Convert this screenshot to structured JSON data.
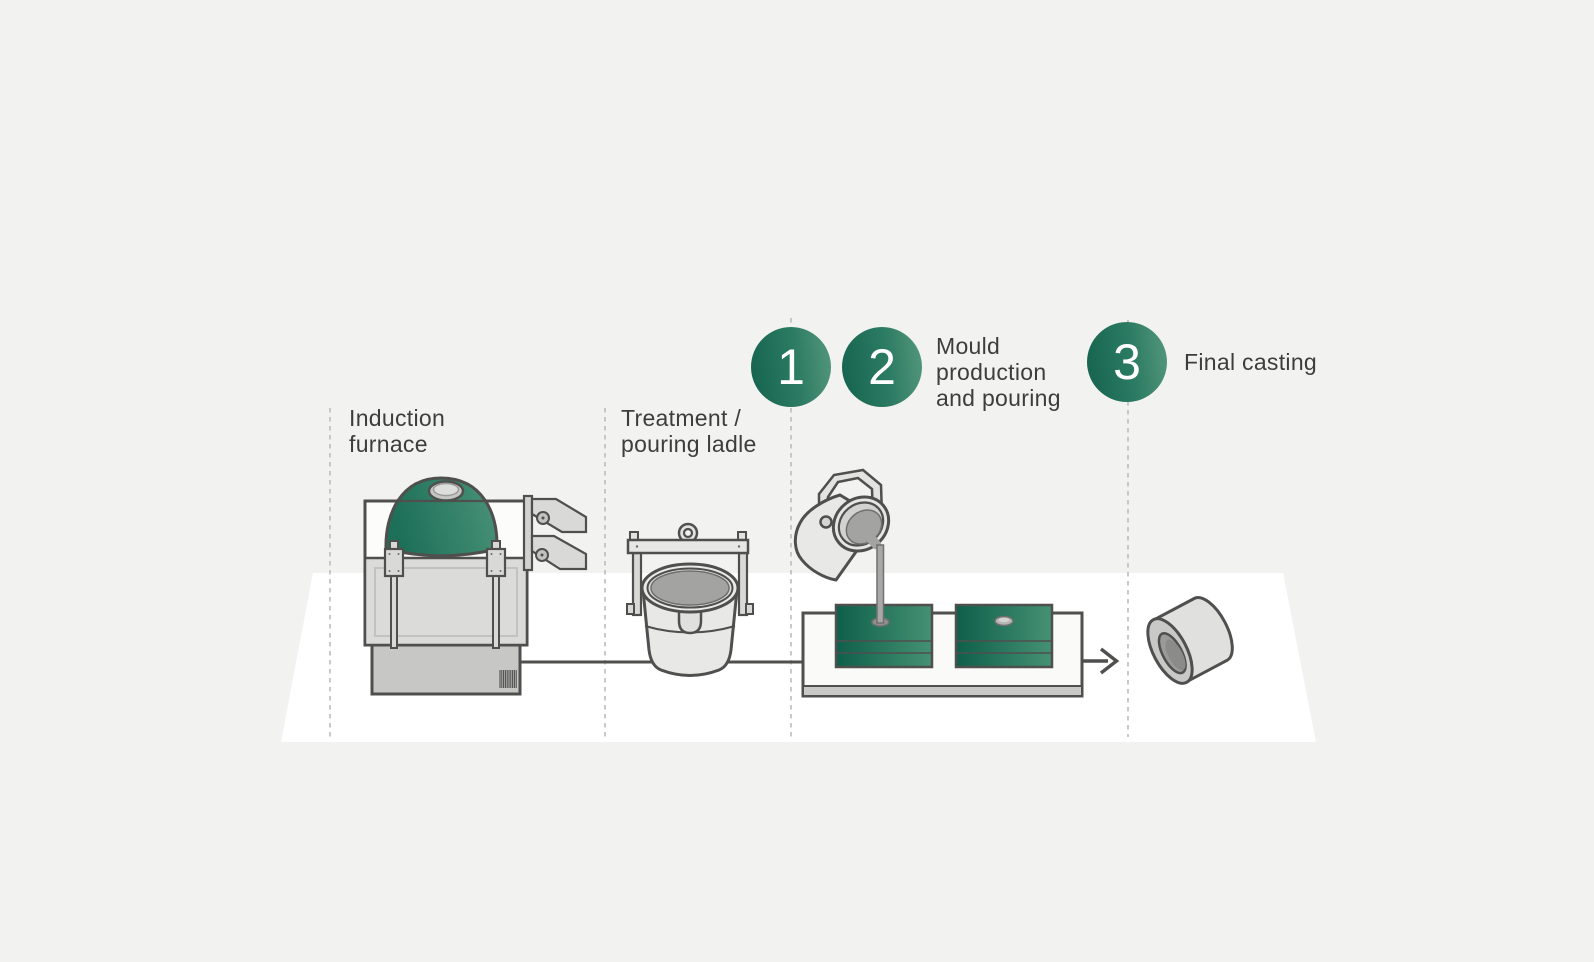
{
  "diagram_type": "process-flow",
  "colors": {
    "background": "#f2f2f1",
    "floor": "#ffffff",
    "outline": "#4f4f4e",
    "dashed_line": "#bcbcbb",
    "green_dark": "#15634e",
    "green_light": "#55987d",
    "metal_liquid_gray": "#a3a3a1",
    "text": "#3d3d3c"
  },
  "stations": [
    {
      "id": "induction-furnace",
      "label": "Induction furnace",
      "label_lines": [
        "Induction",
        "furnace"
      ]
    },
    {
      "id": "treatment-pouring-ladle",
      "label": "Treatment / pouring ladle",
      "label_lines": [
        "Treatment /",
        "pouring ladle"
      ]
    }
  ],
  "steps": [
    {
      "number": "1",
      "label": "",
      "label_lines": []
    },
    {
      "number": "2",
      "label": "Mould production and pouring",
      "label_lines": [
        "Mould",
        "production",
        "and pouring"
      ]
    },
    {
      "number": "3",
      "label": "Final casting",
      "label_lines": [
        "Final casting"
      ]
    }
  ],
  "icons": {
    "furnace": "induction-furnace-icon",
    "treatment_ladle": "treatment-ladle-icon",
    "pouring_ladle": "pouring-ladle-icon",
    "moulds": "mould-boxes-icon",
    "casting": "final-casting-ring-icon",
    "arrow": "flow-arrow-icon"
  }
}
